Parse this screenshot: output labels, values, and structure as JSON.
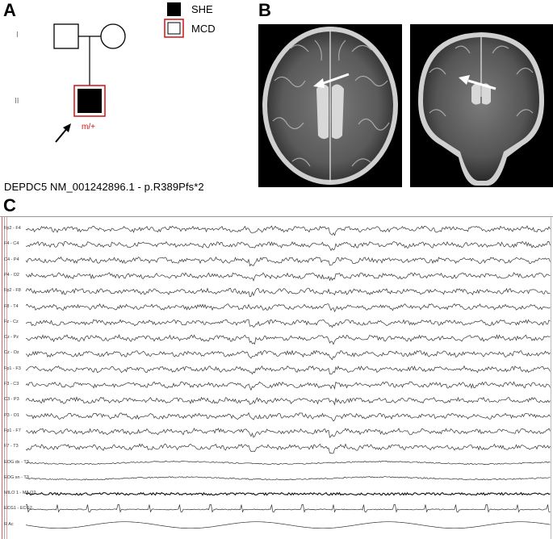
{
  "panels": {
    "a": "A",
    "b": "B",
    "c": "C"
  },
  "pedigree": {
    "generations": [
      "I",
      "II"
    ],
    "legend": [
      {
        "label": "SHE",
        "style": "filled"
      },
      {
        "label": "MCD",
        "style": "red-outline"
      }
    ],
    "genotype": "m/+",
    "colors": {
      "affected": "#000000",
      "mcd_outline": "#d01010"
    }
  },
  "variant": "DEPDC5 NM_001242896.1 - p.R389Pfs*2",
  "eeg": {
    "channels": [
      "Fp2 - F4",
      "F4 - C4",
      "C4 - P4",
      "P4 - O2",
      "Fp2 - F8",
      "F8 - T4",
      "Fz - Cz",
      "Cz - Pz",
      "Cz - Oz",
      "Fp1 - F3",
      "F3 - C3",
      "C3 - P3",
      "P3 - O1",
      "Fp1 - F7",
      "F7 - T3",
      "EOG dx - T3",
      "EOG sn - T3",
      "MILO 1 - MILO2",
      "ECG1 - ECG2",
      "R Ac"
    ]
  }
}
